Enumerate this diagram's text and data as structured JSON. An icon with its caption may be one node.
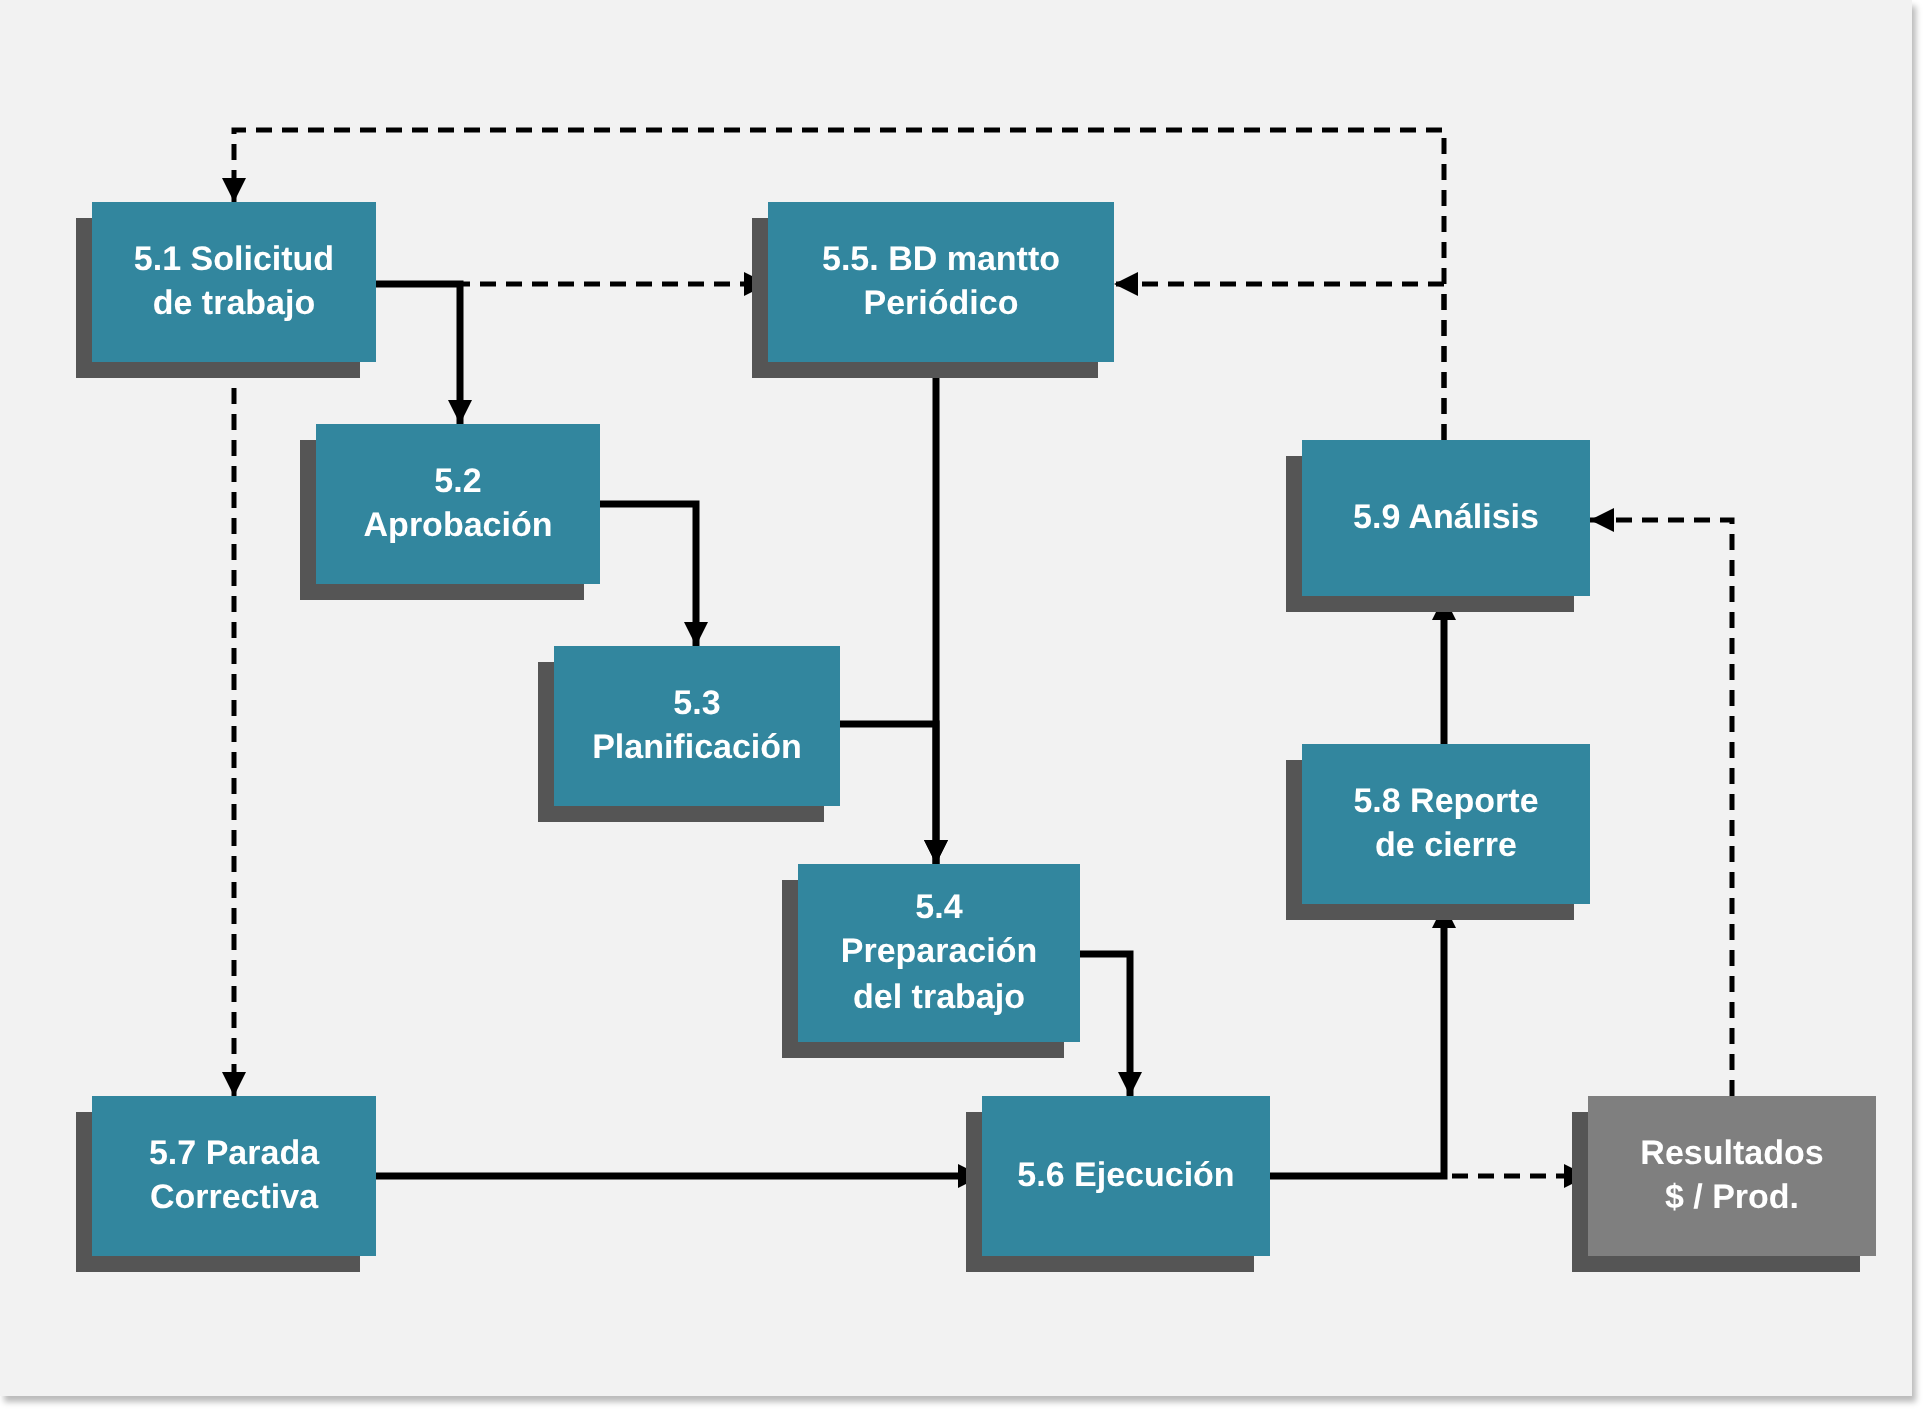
{
  "diagram": {
    "nodes": [
      {
        "text": [
          "5.1 Solicitud de trabajo"
        ]
      },
      {
        "text": [
          "5.5. BD mantto Periódico"
        ]
      },
      {
        "text": [
          "5.2 Aprobación"
        ]
      },
      {
        "text": [
          "5.9 Análisis"
        ]
      },
      {
        "text": [
          "5.3 Planificación"
        ]
      },
      {
        "text": [
          "5.8 Reporte de cierre"
        ]
      },
      {
        "text": [
          "5.4 Preparación del trabajo"
        ]
      },
      {
        "text": [
          "5.7 Parada Correctiva"
        ]
      },
      {
        "text": [
          "5.6 Ejecución"
        ]
      },
      {
        "text": [
          "Resultados $ / Prod."
        ]
      }
    ],
    "edges": [
      {
        "from": 0,
        "to": 1,
        "arrow": "to",
        "style": "dashed"
      },
      {
        "from": 0,
        "to": 2,
        "arrow": "to"
      },
      {
        "from": 2,
        "to": 4,
        "arrow": "to"
      },
      {
        "from": 1,
        "to": 6,
        "arrow": "to"
      },
      {
        "from": 4,
        "to": 6,
        "arrow": "to"
      },
      {
        "from": 6,
        "to": 8,
        "arrow": "to"
      },
      {
        "from": 0,
        "to": 7,
        "arrow": "to",
        "style": "dashed"
      },
      {
        "from": 7,
        "to": 8,
        "arrow": "to"
      },
      {
        "from": 8,
        "to": 9,
        "arrow": "to",
        "style": "dashed"
      },
      {
        "from": 8,
        "to": 5,
        "arrow": "to"
      },
      {
        "from": 5,
        "to": 3,
        "arrow": "to"
      },
      {
        "from": 9,
        "to": 3,
        "arrow": "to",
        "style": "dashed"
      },
      {
        "from": 3,
        "to": 1,
        "arrow": "to",
        "style": "dashed"
      },
      {
        "from": 3,
        "to": 0,
        "arrow": "to",
        "style": "dashed"
      }
    ]
  }
}
